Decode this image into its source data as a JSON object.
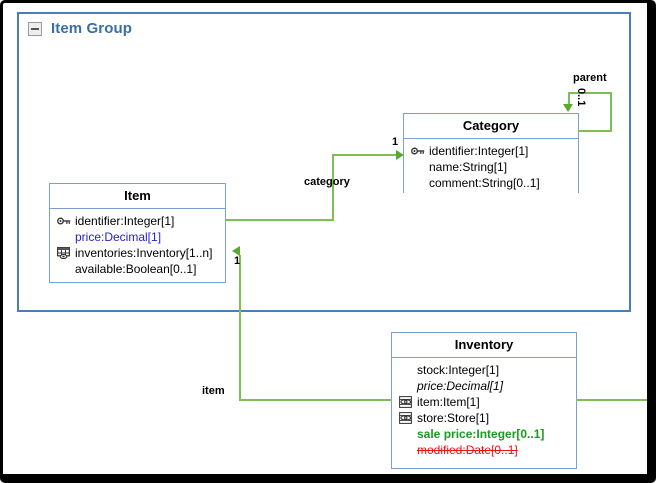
{
  "package": {
    "title": "Item Group",
    "collapse_icon": "minus-square-icon",
    "border_color": "#4a7ebb",
    "title_color": "#3a6ea5"
  },
  "colors": {
    "class_border": "#7ba1d0",
    "connector": "#7cbf55",
    "arrow": "#5aa832",
    "attr_blue": "#2222cc",
    "attr_green": "#1a9a22",
    "attr_red": "#e81414",
    "canvas_border": "#000000"
  },
  "classes": [
    {
      "name": "Item",
      "attributes": [
        {
          "text": "identifier:Integer[1]",
          "icon": "key-icon",
          "style": "plain"
        },
        {
          "text": "price:Decimal[1]",
          "icon": "",
          "style": "blue"
        },
        {
          "text": "inventories:Inventory[1..n]",
          "icon": "table-icon",
          "style": "plain"
        },
        {
          "text": "available:Boolean[0..1]",
          "icon": "",
          "style": "plain"
        }
      ]
    },
    {
      "name": "Category",
      "attributes": [
        {
          "text": "identifier:Integer[1]",
          "icon": "key-icon",
          "style": "plain"
        },
        {
          "text": "name:String[1]",
          "icon": "",
          "style": "plain"
        },
        {
          "text": "comment:String[0..1]",
          "icon": "",
          "style": "plain"
        }
      ]
    },
    {
      "name": "Inventory",
      "attributes": [
        {
          "text": "stock:Integer[1]",
          "icon": "",
          "style": "plain"
        },
        {
          "text": "price:Decimal[1]",
          "icon": "",
          "style": "italic"
        },
        {
          "text": "item:Item[1]",
          "icon": "link-icon",
          "style": "plain"
        },
        {
          "text": "store:Store[1]",
          "icon": "link-icon",
          "style": "plain"
        },
        {
          "text": "sale price:Integer[0..1]",
          "icon": "",
          "style": "green"
        },
        {
          "text": "modified:Date[0..1]",
          "icon": "",
          "style": "red"
        }
      ]
    }
  ],
  "associations": [
    {
      "name": "category",
      "label": "category",
      "multiplicity": "1",
      "from": "Item",
      "to": "Category"
    },
    {
      "name": "parent",
      "label": "parent",
      "multiplicity": "0..1",
      "from": "Category",
      "to": "Category"
    },
    {
      "name": "item",
      "label": "item",
      "multiplicity": "1",
      "from": "Inventory",
      "to": "Item"
    }
  ]
}
